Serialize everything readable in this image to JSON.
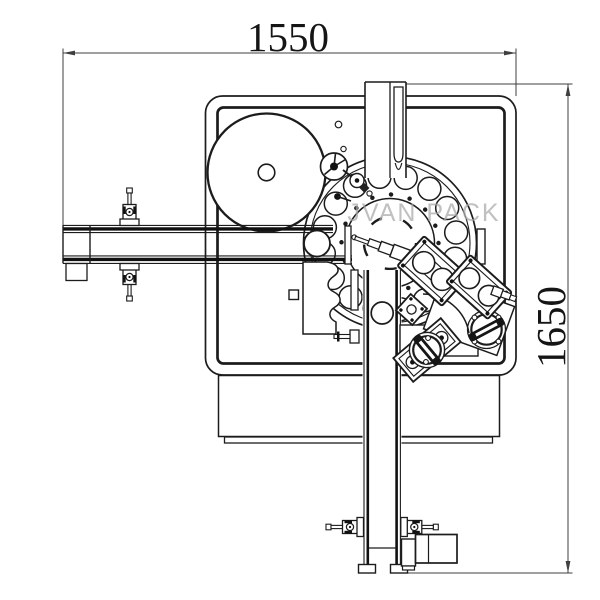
{
  "drawing": {
    "watermark": "JVAN PACK",
    "dimensions": {
      "width": "1550",
      "height": "1650"
    },
    "colors": {
      "line": "#1c1c1c",
      "dimension": "#3f3f3f",
      "watermark": "#a8a8a8",
      "background": "#ffffff"
    }
  }
}
